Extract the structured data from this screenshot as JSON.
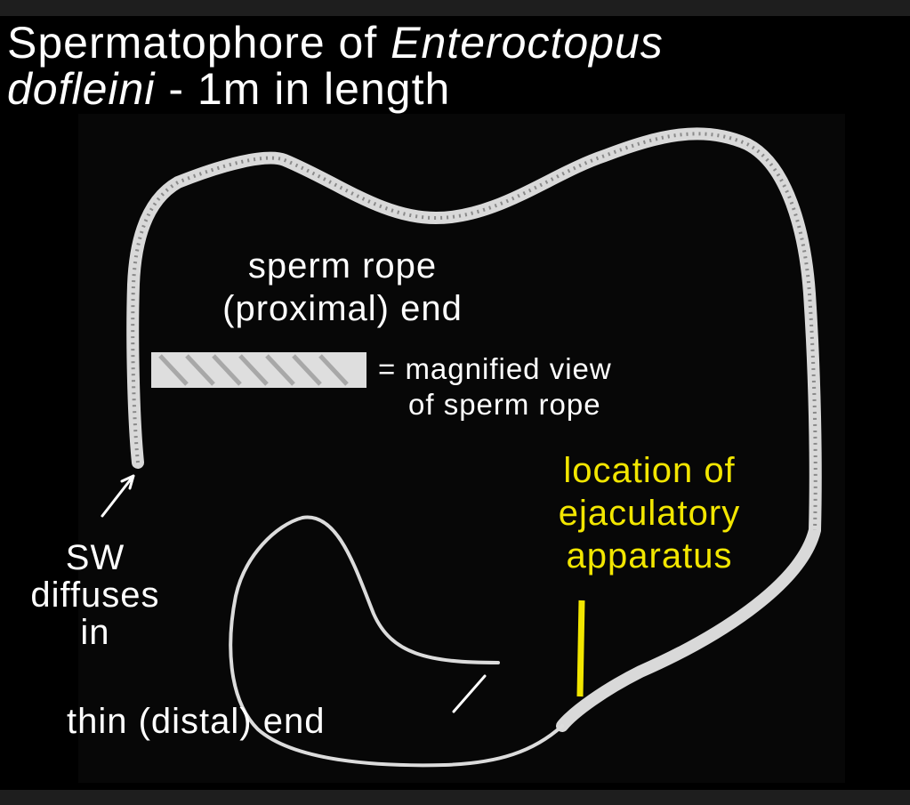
{
  "title": {
    "line1_prefix": "Spermatophore of ",
    "line1_italic": "Enteroctopus",
    "line2_italic": "dofleini",
    "line2_suffix": " - 1m in length"
  },
  "labels": {
    "sperm_rope_line1": "sperm rope",
    "sperm_rope_line2": "(proximal) end",
    "magnified_line1": "= magnified view",
    "magnified_line2": "of sperm rope",
    "location_line1": "location of",
    "location_line2": "ejaculatory",
    "location_line3": "apparatus",
    "sw_line1": "SW",
    "sw_line2": "diffuses",
    "sw_line3": "in",
    "thin_end": "thin (distal) end"
  },
  "colors": {
    "background": "#000000",
    "panel": "#070707",
    "text": "#ffffff",
    "highlight": "#f2e600",
    "specimen": "#e8e8e8"
  }
}
